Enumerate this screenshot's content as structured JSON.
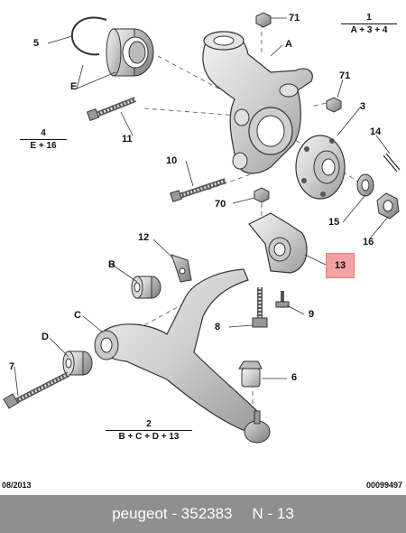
{
  "diagram": {
    "labels": {
      "l1": "1",
      "l2": "2",
      "l3": "3",
      "l4": "4",
      "l5": "5",
      "l6": "6",
      "l7": "7",
      "l8": "8",
      "l9": "9",
      "l10": "10",
      "l11": "11",
      "l12": "12",
      "l13": "13",
      "l14": "14",
      "l15": "15",
      "l16": "16",
      "l70": "70",
      "l71a": "71",
      "l71b": "71",
      "lA": "A",
      "lB": "B",
      "lC": "C",
      "lD": "D",
      "lE": "E"
    },
    "groups": {
      "g1_num": "1",
      "g1_parts": "A + 3 + 4",
      "g4_num": "4",
      "g4_parts": "E + 16",
      "g2_num": "2",
      "g2_parts": "B + C + D + 13"
    },
    "date": "08/2013",
    "code": "00099497"
  },
  "footer": {
    "brand": "peugeot",
    "separator": "-",
    "part_number": "352383",
    "ref": "N - 13"
  }
}
